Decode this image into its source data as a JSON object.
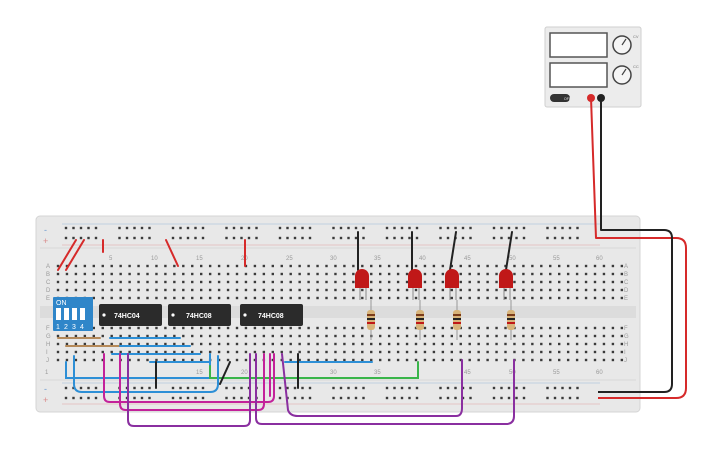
{
  "breadboard": {
    "column_numbers": [
      "5",
      "10",
      "15",
      "20",
      "25",
      "30",
      "35",
      "40",
      "45",
      "50",
      "55",
      "60"
    ],
    "row_letters_top": [
      "A",
      "B",
      "C",
      "D",
      "E"
    ],
    "row_letters_bottom": [
      "F",
      "G",
      "H",
      "I",
      "J"
    ],
    "rail_plus": "+",
    "rail_minus": "-"
  },
  "chips": [
    {
      "label": "74HC04"
    },
    {
      "label": "74HC08"
    },
    {
      "label": "74HC08"
    }
  ],
  "dip_switch": {
    "on_label": "ON",
    "switch_numbers": [
      "1",
      "2",
      "3",
      "4"
    ]
  },
  "power_supply": {
    "knob_labels": [
      "CV",
      "CC"
    ],
    "button_label": "OFF"
  },
  "colors": {
    "breadboard": "#e8e8e8",
    "chip": "#2b2b2b",
    "dip_switch": "#2f86c9",
    "led": "#c01818",
    "wire_red": "#d62a2a",
    "wire_black": "#222222",
    "wire_blue": "#2d8fd6",
    "wire_purple": "#8a2fa0",
    "wire_magenta": "#c3219a",
    "wire_green": "#39b54a"
  }
}
